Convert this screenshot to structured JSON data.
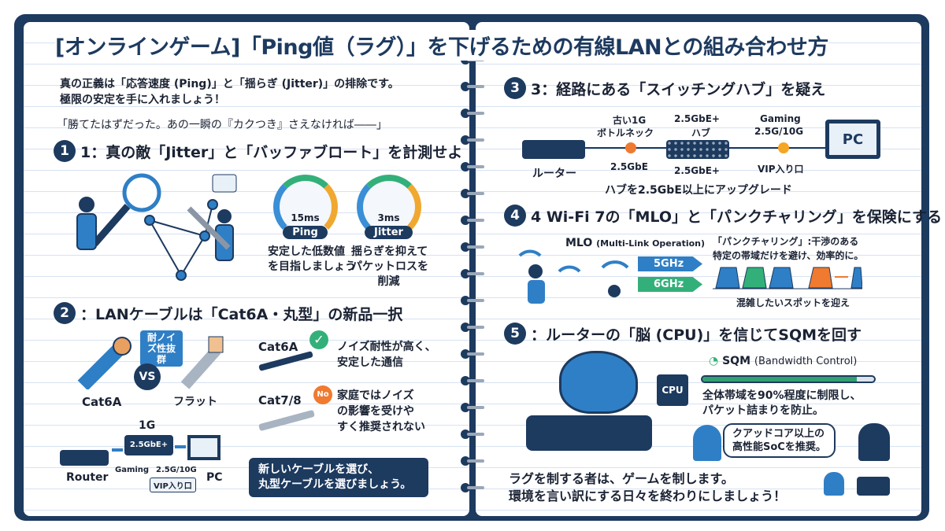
{
  "title": "[オンラインゲーム]「Ping値（ラグ）」を下げるための有線LANとの組み合わせ方",
  "intro": {
    "line1": "真の正義は「応答速度 (Ping)」と「揺らぎ (Jitter)」の排除です。",
    "line2": "極限の安定を手に入れましょう！",
    "quote": "「勝てたはずだった。あの一瞬の『カクつき』さえなければ――」"
  },
  "s1": {
    "num": "1",
    "heading": "1：真の敵「Jitter」と「バッファブロート」を計測せよ",
    "gauges": [
      {
        "value": "15ms",
        "label": "Ping",
        "caption1": "安定した低数値",
        "caption2": "を目指しましょう"
      },
      {
        "value": "3ms",
        "label": "Jitter",
        "caption1": "揺らぎを抑えて",
        "caption2": "パケットロスを",
        "caption3": "削減"
      }
    ]
  },
  "s2": {
    "num": "2",
    "heading": "：LANケーブルは「Cat6A・丸型」の新品一択",
    "badge": "耐ノイズ性抜群",
    "vs": "VS",
    "cable_a": "Cat6A",
    "cable_b": "フラット",
    "good": {
      "name": "Cat6A",
      "mark": "✓",
      "desc1": "ノイズ耐性が高く、",
      "desc2": "安定した通信"
    },
    "bad": {
      "name": "Cat7/8",
      "mark": "No",
      "desc1": "家庭ではノイズ",
      "desc2": "の影響を受けや",
      "desc3": "すく推奨されない"
    },
    "net": {
      "speed": "1G",
      "hub": "2.5GbE+",
      "router": "Router",
      "gaming": "Gaming",
      "port": "2.5G/10G",
      "vip": "VIP入り口",
      "pc": "PC"
    },
    "callout1": "新しいケーブルを選び、",
    "callout2": "丸型ケーブルを選びましょう。"
  },
  "s3": {
    "num": "3",
    "heading": "3：経路にある「スイッチングハブ」を疑え",
    "router": "ルーター",
    "old1": "古い1G",
    "old2": "ボトルネック",
    "link1": "2.5GbE",
    "hub1": "2.5GbE+",
    "hub2": "ハブ",
    "hub_below": "2.5GbE+",
    "gaming": "Gaming",
    "port": "2.5G/10G",
    "vip": "VIP入り口",
    "pc": "PC",
    "upgrade": "ハブを2.5GbE以上にアップグレード"
  },
  "s4": {
    "num": "4",
    "heading": "4 Wi-Fi 7の「MLO」と「パンクチャリング」を保険にする",
    "mlo": "MLO",
    "mlo_full": "(Multi-Link Operation)",
    "band1": "5GHz",
    "band2": "6GHz",
    "punct1": "「パンクチャリング」:干渉のある",
    "punct2": "特定の帯域だけを避け、効率的に。",
    "caption": "混雑したいスポットを迎え"
  },
  "s5": {
    "num": "5",
    "heading": "：ルーターの「脳 (CPU)」を信じてSQMを回す",
    "cpu": "CPU",
    "sqm": "SQM",
    "sqm_full": "(Bandwidth Control)",
    "sqm_progress": 0.9,
    "desc1": "全体帯域を90%程度に制限し、",
    "desc2": "パケット詰まりを防止。",
    "bubble1": "クアッドコア以上の",
    "bubble2": "高性能SoCを推奨。"
  },
  "footer": {
    "line1": "ラグを制する者は、ゲームを制します。",
    "line2": "環境を言い訳にする日々を終わりにしましょう！"
  },
  "colors": {
    "navy": "#1d3a5f",
    "blue": "#2f7fc6",
    "green": "#33b07a",
    "orange": "#f07a30"
  }
}
